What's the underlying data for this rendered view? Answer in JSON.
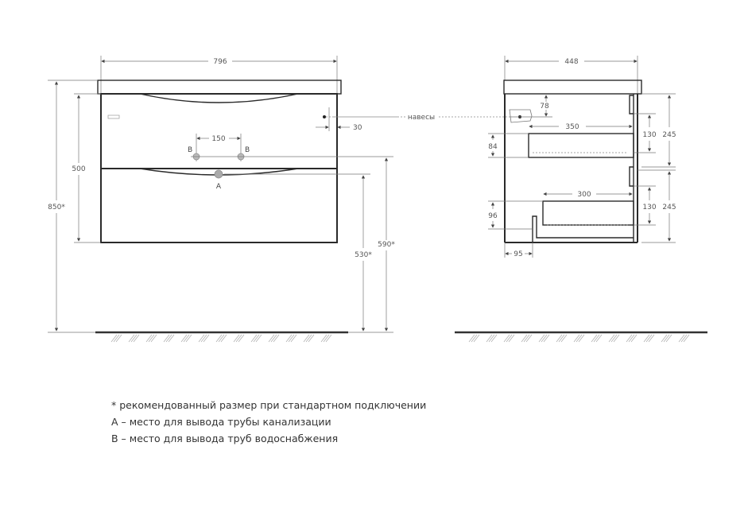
{
  "front_view": {
    "width": "796",
    "tap_spacing": "150",
    "tap_label_left": "B",
    "tap_label_right": "B",
    "drain_label": "A",
    "hanger_offset": "30",
    "body_height": "500",
    "total_height": "850*",
    "drain_height": "530*",
    "tap_height": "590*"
  },
  "side_view": {
    "depth": "448",
    "hanger_label": "навесы",
    "hanger_drop": "78",
    "upper_drawer_depth": "350",
    "upper_drawer_height": "84",
    "upper_front_inner": "130",
    "upper_front": "245",
    "lower_drawer_depth": "300",
    "lower_drawer_height": "96",
    "lower_front_inner": "130",
    "lower_front": "245",
    "leg_offset": "95"
  },
  "notes": [
    "* рекомендованный размер при стандартном подключении",
    "А – место для вывода трубы канализации",
    "В – место для вывода труб водоснабжения"
  ]
}
